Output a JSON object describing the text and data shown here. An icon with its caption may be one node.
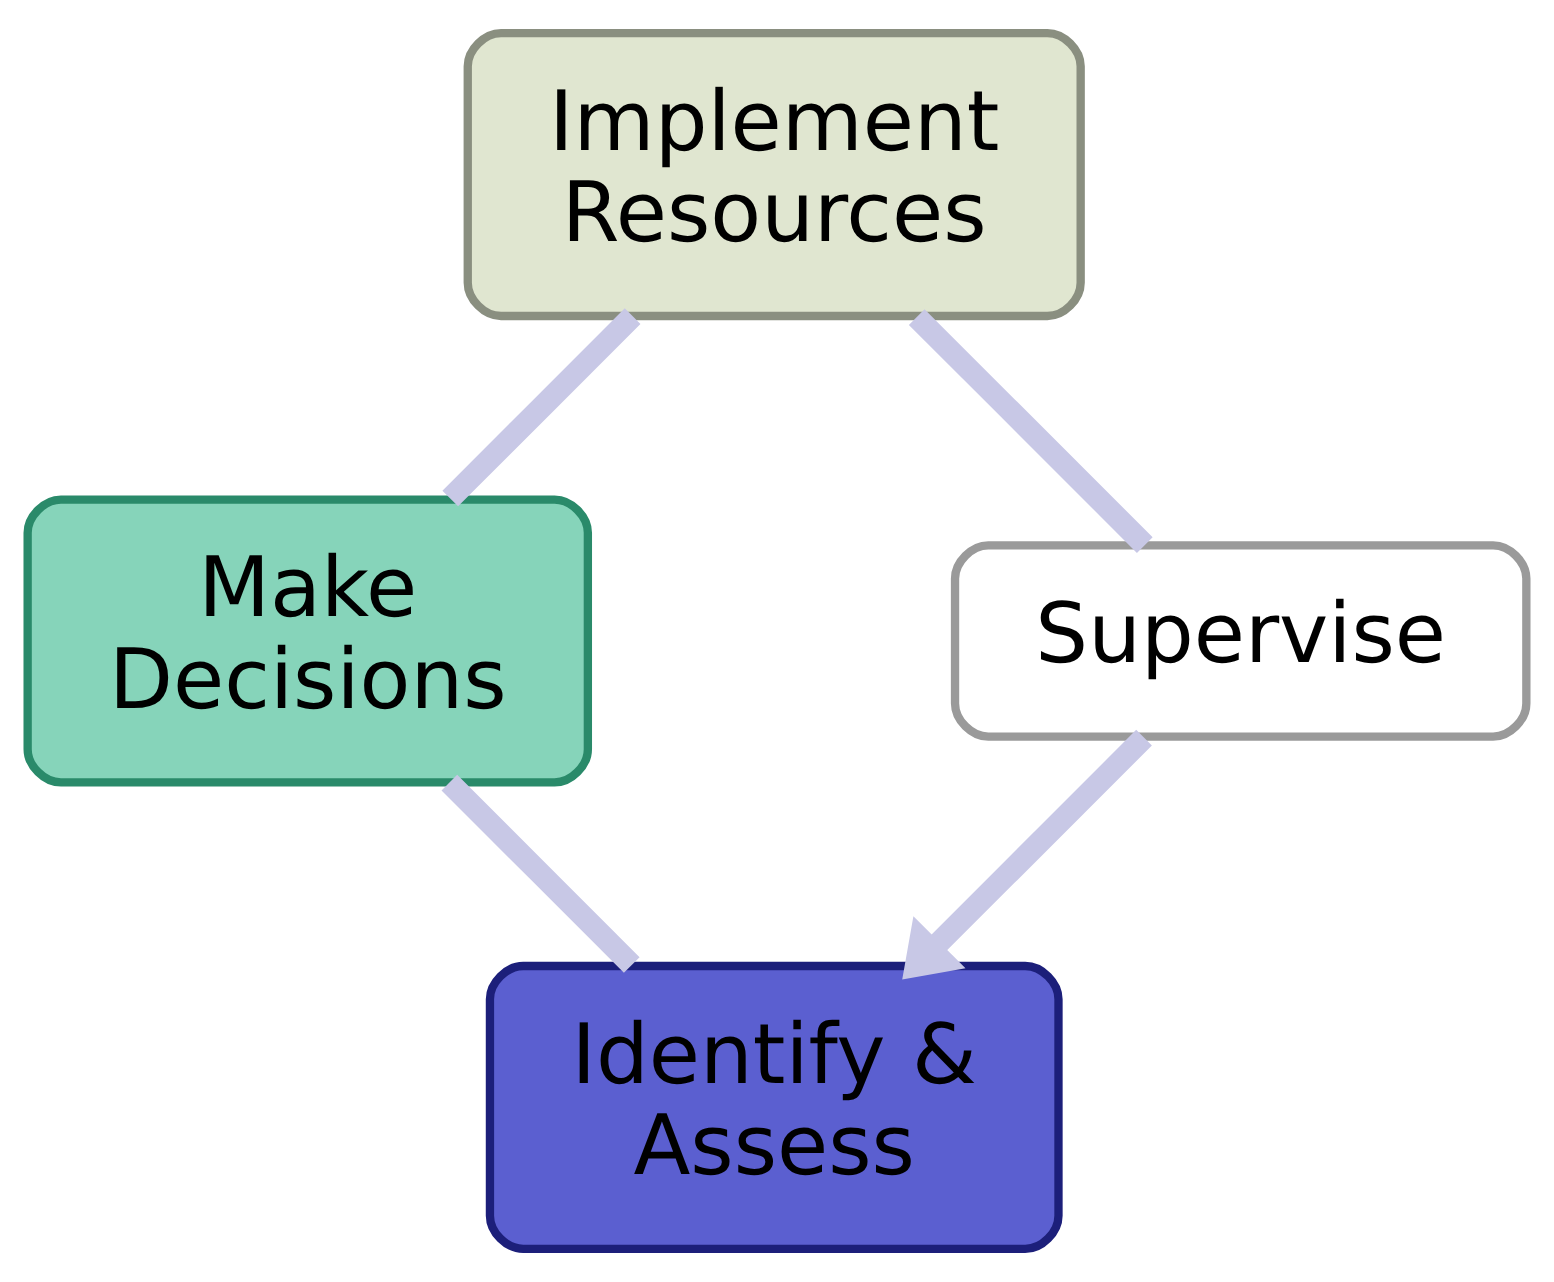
{
  "diagram": {
    "nodes": [
      {
        "text": [
          "Identify & Assess"
        ]
      },
      {
        "text": [
          "Make Decisions"
        ]
      },
      {
        "text": [
          "Implement Resources"
        ]
      },
      {
        "text": [
          "Supervise"
        ]
      }
    ],
    "edges": [
      {
        "from": 0,
        "to": 1,
        "arrow": "none"
      },
      {
        "from": 1,
        "to": 2,
        "arrow": "none"
      },
      {
        "from": 2,
        "to": 3,
        "arrow": "none"
      },
      {
        "from": 3,
        "to": 0,
        "arrow": "to"
      }
    ]
  }
}
